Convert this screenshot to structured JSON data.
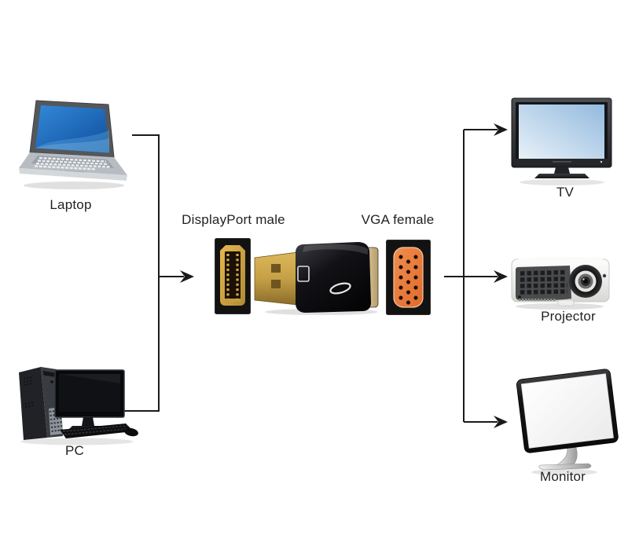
{
  "labels": {
    "laptop": "Laptop",
    "pc": "PC",
    "displayport": "DisplayPort male",
    "vga": "VGA female",
    "tv": "TV",
    "projector": "Projector",
    "monitor": "Monitor"
  },
  "connections": {
    "sources": [
      "Laptop",
      "PC"
    ],
    "adapter": {
      "input": "DisplayPort male",
      "output": "VGA female"
    },
    "destinations": [
      "TV",
      "Projector",
      "Monitor"
    ]
  },
  "colors": {
    "line": "#1a1a1a",
    "text": "#231f20",
    "dp_gold": "#d8a93f",
    "vga_orange": "#ed7d3e",
    "laptop_screen_blue": "#1f6fc4",
    "tv_screen_blue": "#c3daee",
    "adapter_body_black": "#0c0c10"
  }
}
